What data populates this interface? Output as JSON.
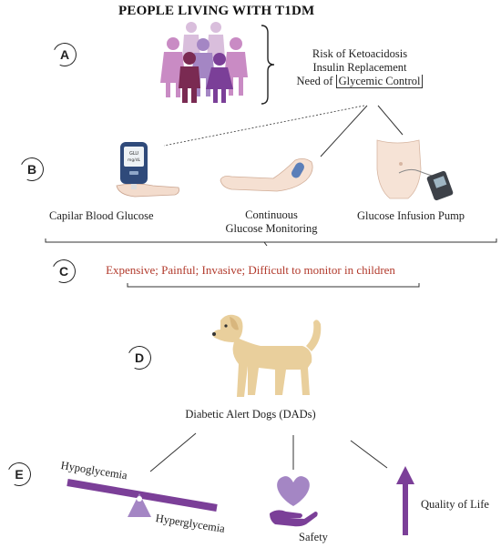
{
  "title": "PEOPLE LIVING WITH T1DM",
  "labels": {
    "a": "A",
    "b": "B",
    "c": "C",
    "d": "D",
    "e": "E"
  },
  "risks": {
    "line1": "Risk of Ketoacidosis",
    "line2": "Insulin Replacement",
    "line3_prefix": "Need of ",
    "line3_boxed": "Glycemic Control"
  },
  "methods": {
    "capillary": "Capilar Blood Glucose",
    "cgm_line1": "Continuous",
    "cgm_line2": "Glucose Monitoring",
    "pump": "Glucose Infusion Pump",
    "glucometer_screen_line1": "GLU",
    "glucometer_screen_line2": "mg/dL"
  },
  "drawbacks": "Expensive; Painful; Invasive; Difficult to monitor in children",
  "dogs": "Diabetic Alert Dogs (DADs)",
  "outcomes": {
    "hypo": "Hypoglycemia",
    "hyper": "Hyperglycemia",
    "safety": "Safety",
    "quality": "Quality of Life"
  },
  "colors": {
    "purple": "#7b3f98",
    "light_purple": "#a486c4",
    "pink": "#c98bc4",
    "maroon": "#7a2a52",
    "drawback_red": "#b23a2c",
    "dog": "#e9cf9c"
  }
}
